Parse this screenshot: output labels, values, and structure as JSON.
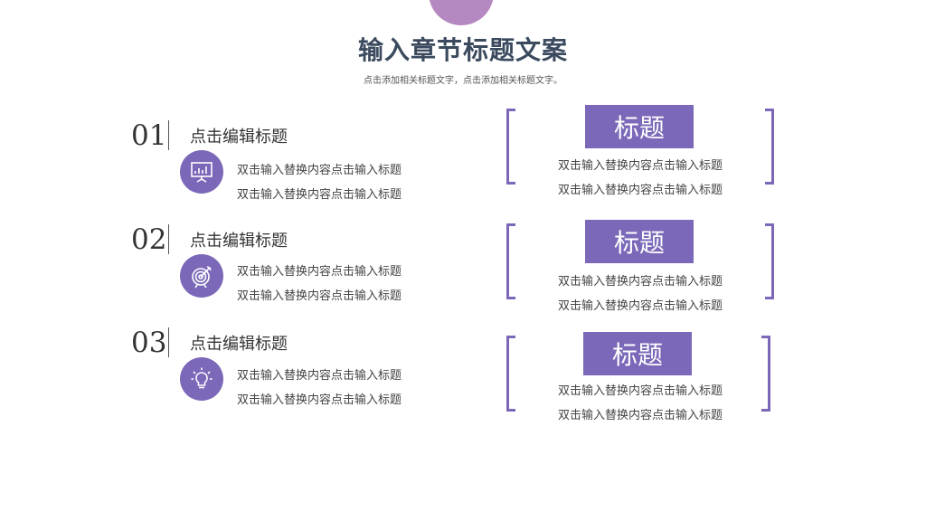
{
  "header": {
    "title": "输入章节标题文案",
    "subtitle": "点击添加相关标题文字，点击添加相关标题文字。"
  },
  "accent_color": "#7b68b8",
  "left_items": [
    {
      "number": "01",
      "title": "点击编辑标题",
      "icon": "presentation-board-icon",
      "lines": [
        "双击输入替换内容点击输入标题",
        "双击输入替换内容点击输入标题"
      ]
    },
    {
      "number": "02",
      "title": "点击编辑标题",
      "icon": "target-icon",
      "lines": [
        "双击输入替换内容点击输入标题",
        "双击输入替换内容点击输入标题"
      ]
    },
    {
      "number": "03",
      "title": "点击编辑标题",
      "icon": "lightbulb-icon",
      "lines": [
        "双击输入替换内容点击输入标题",
        "双击输入替换内容点击输入标题"
      ]
    }
  ],
  "right_items": [
    {
      "tag": "标题",
      "lines": [
        "双击输入替换内容点击输入标题",
        "双击输入替换内容点击输入标题"
      ]
    },
    {
      "tag": "标题",
      "lines": [
        "双击输入替换内容点击输入标题",
        "双击输入替换内容点击输入标题"
      ]
    },
    {
      "tag": "标题",
      "lines": [
        "双击输入替换内容点击输入标题",
        "双击输入替换内容点击输入标题"
      ]
    }
  ]
}
